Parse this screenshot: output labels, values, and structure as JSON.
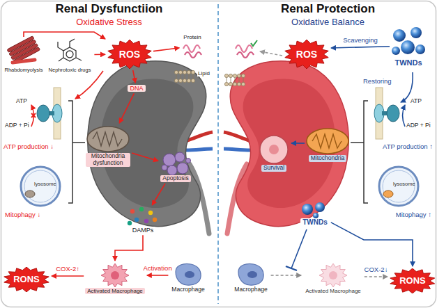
{
  "diagram": {
    "nodes": [
      {
        "text": [
          "Renal Dysfunctiion",
          "Oxidative Stress"
        ]
      },
      {
        "text": [
          "Rhabdomyolysis"
        ],
        "in": 0
      },
      {
        "text": [
          "Nephrotoxic drugs"
        ],
        "in": 0
      },
      {
        "text": [
          "ROS"
        ],
        "in": 0
      },
      {
        "text": [
          "Protein"
        ],
        "in": 0
      },
      {
        "text": [
          "DNA"
        ],
        "in": 0
      },
      {
        "text": [
          "Mitochondria dysfunction"
        ],
        "in": 0
      },
      {
        "text": [
          "Apoptosis"
        ],
        "in": 0
      },
      {
        "text": [
          "DAMPs"
        ],
        "in": 0
      },
      {
        "text": [
          "Activated Macrophage"
        ],
        "in": 0
      },
      {
        "text": [
          "Macrophage"
        ],
        "in": 0
      },
      {
        "text": [
          "RONS"
        ],
        "in": 0
      },
      {
        "text": [
          "Renal Protection",
          "Oxidative Balance"
        ]
      },
      {
        "text": [
          "ROS"
        ],
        "in": 12
      },
      {
        "text": [
          "TWNDs"
        ],
        "in": 12
      },
      {
        "text": [
          "Survival"
        ],
        "in": 12
      },
      {
        "text": [
          "Mitochondria"
        ],
        "in": 12
      },
      {
        "text": [
          "TWNDs"
        ],
        "in": 12
      },
      {
        "text": [
          "Macrophage"
        ],
        "in": 12
      },
      {
        "text": [
          "Activated Macrophage"
        ],
        "in": 12
      },
      {
        "text": [
          "RONS"
        ],
        "in": 12
      }
    ],
    "edges": [
      {
        "from": 1,
        "to": 3,
        "arrow": "to"
      },
      {
        "from": 2,
        "to": 3,
        "arrow": "to"
      },
      {
        "from": 3,
        "to": 4,
        "arrow": "to"
      },
      {
        "from": 3,
        "to": 5,
        "arrow": "to"
      },
      {
        "from": 5,
        "to": 6,
        "arrow": "to"
      },
      {
        "from": 6,
        "to": 7,
        "arrow": "to"
      },
      {
        "from": 7,
        "to": 8,
        "arrow": "to"
      },
      {
        "from": 8,
        "to": 9,
        "arrow": "to"
      },
      {
        "from": 10,
        "to": 9,
        "label": "Activation",
        "arrow": "to"
      },
      {
        "from": 9,
        "to": 11,
        "label": "COX-2↑",
        "arrow": "to"
      },
      {
        "from": 14,
        "to": 13,
        "label": "Scavenging",
        "arrow": "to"
      },
      {
        "from": 16,
        "to": 15,
        "arrow": "to"
      },
      {
        "from": 18,
        "to": 19,
        "arrow": "to"
      },
      {
        "from": 19,
        "to": 20,
        "label": "COX-2↓",
        "arrow": "to"
      },
      {
        "from": 17,
        "to": 20,
        "arrow": "to"
      }
    ],
    "labels": [
      "Lipid",
      "ATP",
      "ADP + Pi",
      "ATP production ↓",
      "lysosome",
      "Mitophagy ↓",
      "Restoring",
      "ATP",
      "ADP + Pi",
      "ATP production ↑",
      "lysosome",
      "Mitophagy ↑"
    ]
  }
}
